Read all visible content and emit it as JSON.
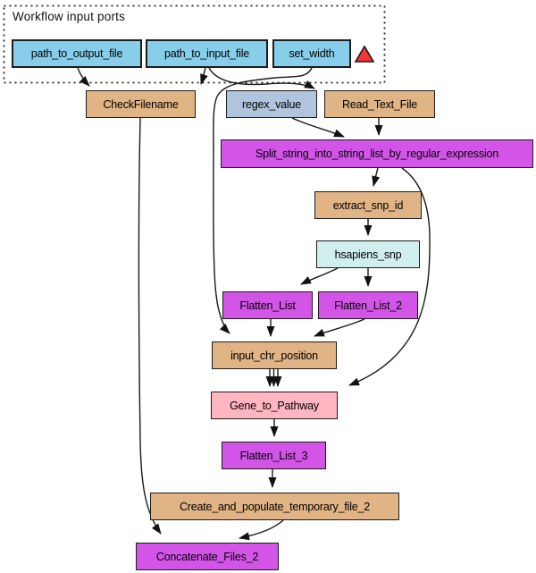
{
  "group": {
    "label": "Workflow input ports",
    "marker": "red-triangle"
  },
  "colors": {
    "input_port": "#87CEEB",
    "string_constant": "#B0C4DE",
    "beanshell": "#E0B484",
    "local_worker": "#D355E8",
    "biomart": "#D1EEEE",
    "wsdl": "#FFB6C1",
    "edge": "#1a1a1a",
    "triangle_fill": "#F83535",
    "triangle_border": "#1c1c1c",
    "background": "#FFFFFF"
  },
  "nodes": [
    {
      "label": "path_to_output_file",
      "color": "#87CEEB"
    },
    {
      "label": "path_to_input_file",
      "color": "#87CEEB"
    },
    {
      "label": "set_width",
      "color": "#87CEEB"
    },
    {
      "label": "CheckFilename",
      "color": "#E0B484"
    },
    {
      "label": "regex_value",
      "color": "#B0C4DE"
    },
    {
      "label": "Read_Text_File",
      "color": "#E0B484"
    },
    {
      "label": "Split_string_into_string_list_by_regular_expression",
      "color": "#D355E8"
    },
    {
      "label": "extract_snp_id",
      "color": "#E0B484"
    },
    {
      "label": "hsapiens_snp",
      "color": "#D1EEEE"
    },
    {
      "label": "Flatten_List",
      "color": "#D355E8"
    },
    {
      "label": "Flatten_List_2",
      "color": "#D355E8"
    },
    {
      "label": "input_chr_position",
      "color": "#E0B484"
    },
    {
      "label": "Gene_to_Pathway",
      "color": "#FFB6C1"
    },
    {
      "label": "Flatten_List_3",
      "color": "#D355E8"
    },
    {
      "label": "Create_and_populate_temporary_file_2",
      "color": "#E0B484"
    },
    {
      "label": "Concatenate_Files_2",
      "color": "#D355E8"
    }
  ],
  "edges": [
    {
      "from": "path_to_output_file",
      "to": "CheckFilename"
    },
    {
      "from": "path_to_input_file",
      "to": "CheckFilename"
    },
    {
      "from": "path_to_input_file",
      "to": "Read_Text_File"
    },
    {
      "from": "set_width",
      "to": "input_chr_position"
    },
    {
      "from": "regex_value",
      "to": "Split_string_into_string_list_by_regular_expression"
    },
    {
      "from": "Read_Text_File",
      "to": "Split_string_into_string_list_by_regular_expression"
    },
    {
      "from": "Split_string_into_string_list_by_regular_expression",
      "to": "extract_snp_id"
    },
    {
      "from": "Split_string_into_string_list_by_regular_expression",
      "to": "Gene_to_Pathway"
    },
    {
      "from": "extract_snp_id",
      "to": "hsapiens_snp"
    },
    {
      "from": "hsapiens_snp",
      "to": "Flatten_List"
    },
    {
      "from": "hsapiens_snp",
      "to": "Flatten_List_2"
    },
    {
      "from": "Flatten_List",
      "to": "input_chr_position"
    },
    {
      "from": "Flatten_List_2",
      "to": "input_chr_position"
    },
    {
      "from": "input_chr_position",
      "to": "Gene_to_Pathway",
      "link_count": 3
    },
    {
      "from": "Gene_to_Pathway",
      "to": "Flatten_List_3"
    },
    {
      "from": "Flatten_List_3",
      "to": "Create_and_populate_temporary_file_2"
    },
    {
      "from": "Create_and_populate_temporary_file_2",
      "to": "Concatenate_Files_2"
    },
    {
      "from": "CheckFilename",
      "to": "Concatenate_Files_2"
    }
  ]
}
